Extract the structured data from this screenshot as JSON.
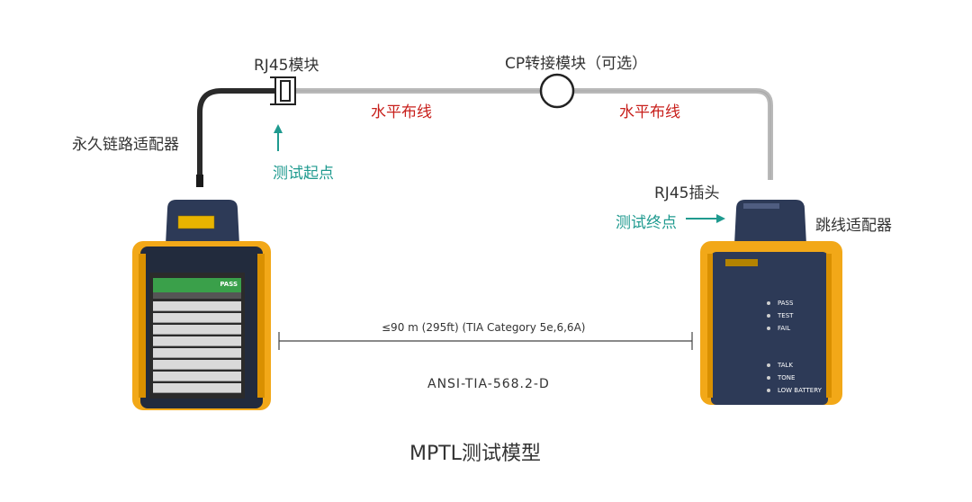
{
  "labels": {
    "rj45_module": "RJ45模块",
    "cp_module": "CP转接模块（可选）",
    "permanent_link_adapter": "永久链路适配器",
    "horizontal_cable_1": "水平布线",
    "horizontal_cable_2": "水平布线",
    "test_start": "测试起点",
    "rj45_plug": "RJ45插头",
    "test_end": "测试终点",
    "patch_cord_adapter": "跳线适配器",
    "distance": "≤90 m  (295ft) (TIA Category 5e,6,6A)",
    "standard": "ANSI-TIA-568.2-D",
    "title": "MPTL测试模型"
  },
  "remote_leds": [
    "PASS",
    "TEST",
    "FAIL",
    "TALK",
    "TONE",
    "LOW BATTERY"
  ],
  "screen": {
    "status": "PASS"
  },
  "colors": {
    "label_red": "#c8201c",
    "label_teal": "#1f9a8f",
    "tester_yellow": "#f2a818",
    "tester_navy": "#2d3a57",
    "cable_grey": "#b9b9b9"
  }
}
